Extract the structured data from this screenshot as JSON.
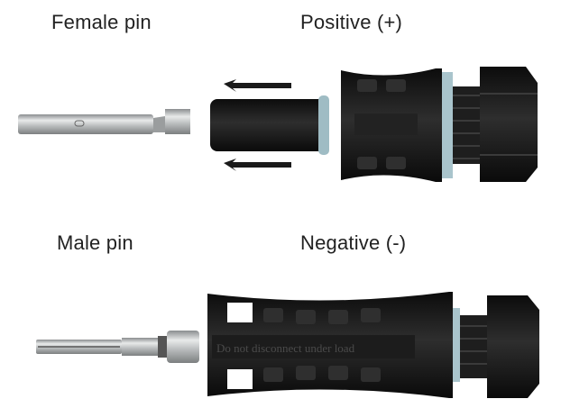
{
  "labels": {
    "female_pin": "Female pin",
    "positive": "Positive (+)",
    "male_pin": "Male pin",
    "negative": "Negative (-)"
  },
  "engraving": "Do not disconnect under load",
  "colors": {
    "plastic": "#141414",
    "plastic_highlight": "#3a3a3a",
    "seal_ring": "#a9c4cc",
    "metal": "#c9cbcc",
    "text": "#222222"
  }
}
